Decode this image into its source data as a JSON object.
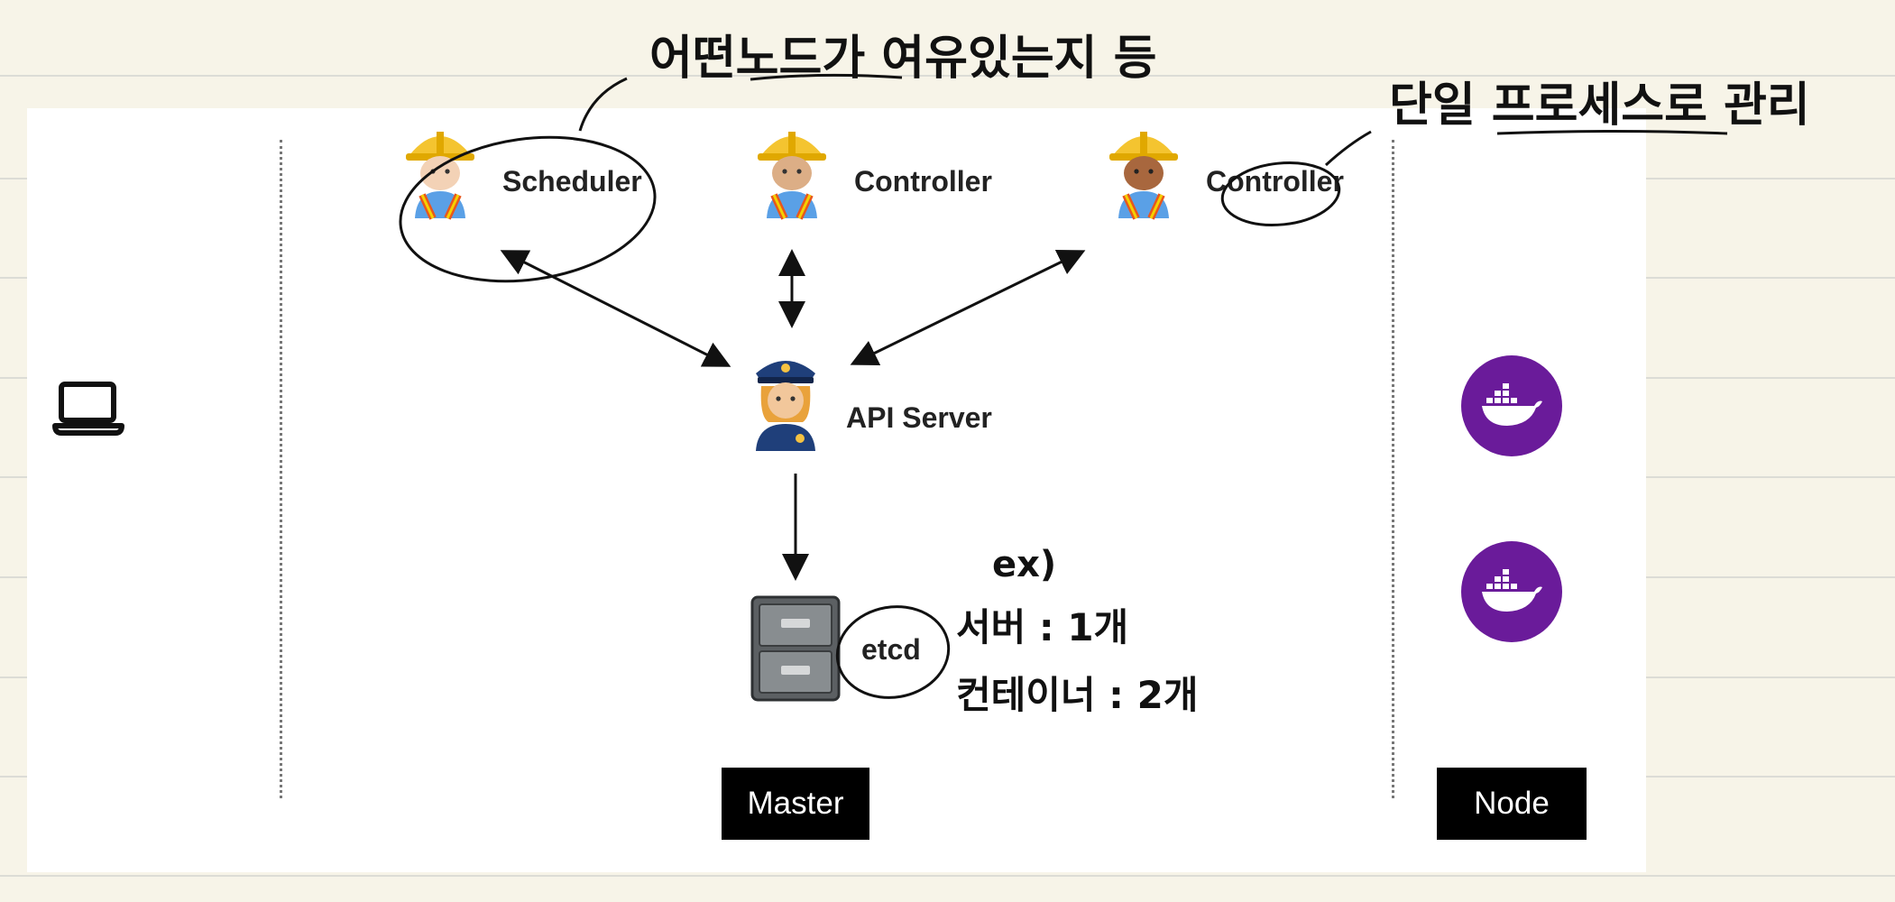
{
  "diagram": {
    "left_icon": "laptop-icon",
    "master": {
      "tag": "Master",
      "components": [
        {
          "label": "Scheduler",
          "icon": "construction-worker-icon"
        },
        {
          "label": "Controller",
          "icon": "construction-worker-icon"
        },
        {
          "label": "Controller",
          "icon": "construction-worker-icon"
        },
        {
          "label": "API Server",
          "icon": "police-officer-icon"
        },
        {
          "label": "etcd",
          "icon": "file-cabinet-icon"
        }
      ]
    },
    "node": {
      "tag": "Node",
      "icon": "docker-whale-icon",
      "color": "#6a1b9a"
    }
  },
  "annotations": {
    "top_note": "어떤노드가 여유있는지 등",
    "right_note": "단일 프로세스로 관리",
    "example_label": "ex)",
    "example_line_1": "서버 : 1개",
    "example_line_2": "컨테이너 : 2개"
  }
}
